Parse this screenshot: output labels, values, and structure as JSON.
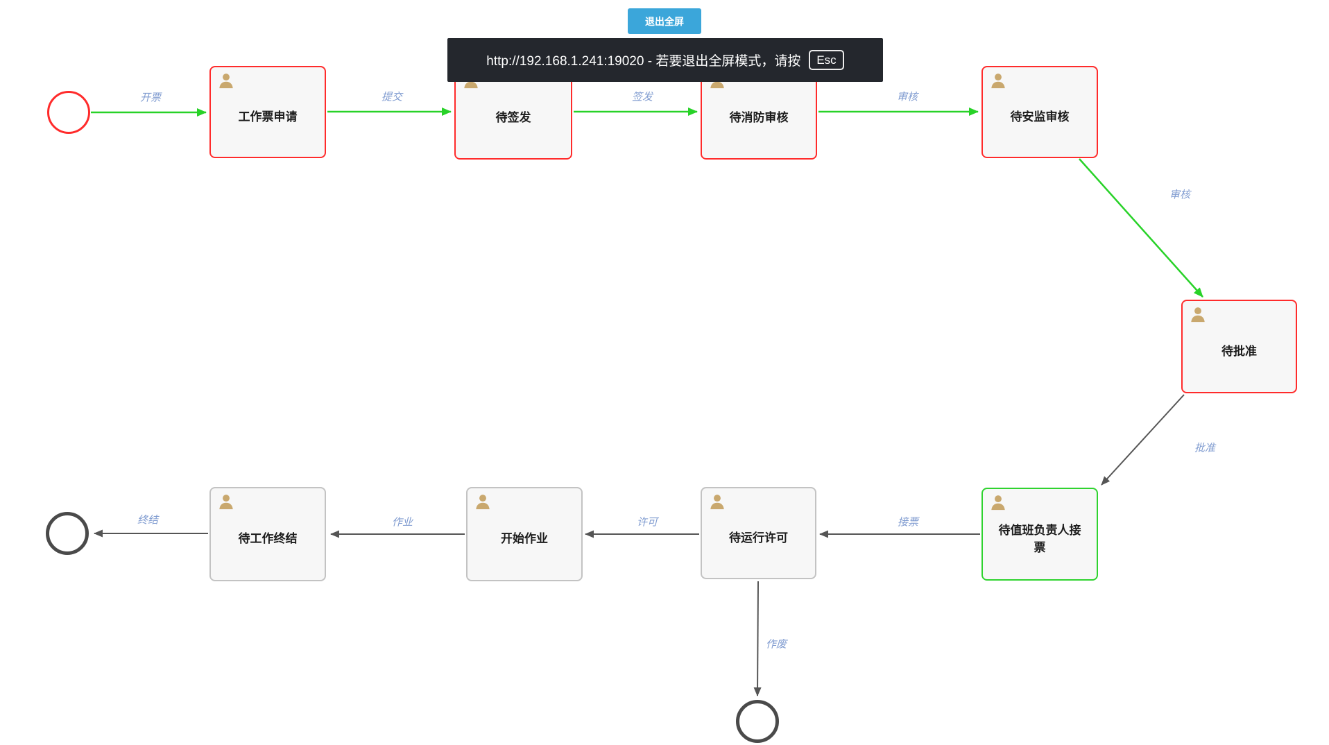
{
  "exit_fullscreen_button": {
    "label": "退出全屏"
  },
  "fullscreen_toast": {
    "message": "http://192.168.1.241:19020 - 若要退出全屏模式，请按",
    "key_label": "Esc"
  },
  "colors": {
    "node_border_red": "#ff2b2b",
    "node_border_green": "#2fd32f",
    "node_border_gray": "#c3c3c3",
    "node_fill": "#f7f7f7",
    "edge_green": "#28d228",
    "edge_gray": "#555555",
    "edge_label_blue": "#7f9bd0",
    "person_icon_tan": "#c9a86e",
    "toast_background": "#24272d",
    "button_blue": "#3ba6da",
    "terminal_circle_gray": "#4a4a4a",
    "start_circle_red": "#ff2b2b"
  },
  "diagram": {
    "nodes": [
      {
        "id": "start",
        "type": "start-circle",
        "label": ""
      },
      {
        "id": "apply",
        "type": "task",
        "label": "工作票申请"
      },
      {
        "id": "pending-issue",
        "type": "task",
        "label": "待签发"
      },
      {
        "id": "pending-fire-review",
        "type": "task",
        "label": "待消防审核"
      },
      {
        "id": "pending-safety-review",
        "type": "task",
        "label": "待安监审核"
      },
      {
        "id": "pending-approval",
        "type": "task",
        "label": "待批准"
      },
      {
        "id": "pending-duty-leader-accept",
        "type": "task",
        "label": "待值班负责人接票"
      },
      {
        "id": "pending-run-permit",
        "type": "task",
        "label": "待运行许可"
      },
      {
        "id": "start-work",
        "type": "task",
        "label": "开始作业"
      },
      {
        "id": "pending-work-end",
        "type": "task",
        "label": "待工作终结"
      },
      {
        "id": "end-left",
        "type": "end-circle",
        "label": ""
      },
      {
        "id": "end-bottom",
        "type": "end-circle",
        "label": ""
      }
    ],
    "edges": [
      {
        "from": "start",
        "to": "apply",
        "label": "开票",
        "color": "green"
      },
      {
        "from": "apply",
        "to": "pending-issue",
        "label": "提交",
        "color": "green"
      },
      {
        "from": "pending-issue",
        "to": "pending-fire-review",
        "label": "签发",
        "color": "green"
      },
      {
        "from": "pending-fire-review",
        "to": "pending-safety-review",
        "label": "审核",
        "color": "green"
      },
      {
        "from": "pending-safety-review",
        "to": "pending-approval",
        "label": "审核",
        "color": "green"
      },
      {
        "from": "pending-approval",
        "to": "pending-duty-leader-accept",
        "label": "批准",
        "color": "gray"
      },
      {
        "from": "pending-duty-leader-accept",
        "to": "pending-run-permit",
        "label": "接票",
        "color": "gray"
      },
      {
        "from": "pending-run-permit",
        "to": "start-work",
        "label": "许可",
        "color": "gray"
      },
      {
        "from": "start-work",
        "to": "pending-work-end",
        "label": "作业",
        "color": "gray"
      },
      {
        "from": "pending-work-end",
        "to": "end-left",
        "label": "终结",
        "color": "gray"
      },
      {
        "from": "pending-run-permit",
        "to": "end-bottom",
        "label": "作废",
        "color": "gray"
      }
    ]
  }
}
